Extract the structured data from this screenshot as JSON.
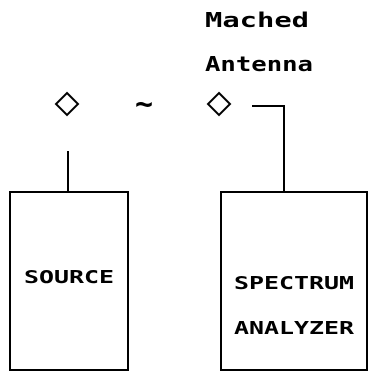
{
  "antenna_label": {
    "line1": "Mached",
    "line2": "Antenna"
  },
  "coupling_symbol": "~",
  "source": {
    "label": "SOURCE"
  },
  "spectrum_analyzer": {
    "line1": "SPECTRUM",
    "line2": "ANALYZER"
  }
}
